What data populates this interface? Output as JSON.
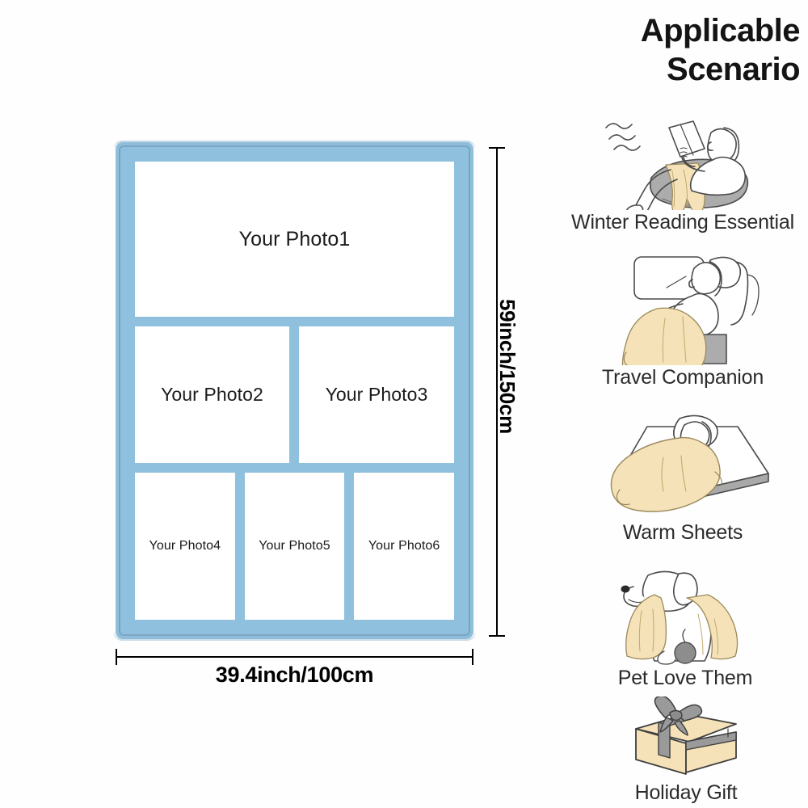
{
  "background_color": "#fefefe",
  "blanket": {
    "border_color": "#8fc0dd",
    "panel_color": "#ffffff",
    "photos": [
      {
        "label": "Your Photo1"
      },
      {
        "label": "Your Photo2"
      },
      {
        "label": "Your Photo3"
      },
      {
        "label": "Your Photo4"
      },
      {
        "label": "Your Photo5"
      },
      {
        "label": "Your Photo6"
      }
    ]
  },
  "dimensions": {
    "height_label": "59inch/150cm",
    "width_label": "39.4inch/100cm"
  },
  "scenario_panel": {
    "title": "Applicable Scenario",
    "items": [
      {
        "label": "Winter Reading Essential",
        "icon": "person-reading-on-beanbag-icon"
      },
      {
        "label": "Travel Companion",
        "icon": "person-reclining-in-seat-icon"
      },
      {
        "label": "Warm Sheets",
        "icon": "person-sleeping-in-bed-icon"
      },
      {
        "label": "Pet Love Them",
        "icon": "dog-with-blanket-icon"
      },
      {
        "label": "Holiday Gift",
        "icon": "gift-box-with-bow-icon"
      }
    ]
  },
  "palette": {
    "blanket_blue": "#8fc0dd",
    "blanket_hem": "#6f9cbb",
    "illustration_cream": "#f5e2b8",
    "illustration_gray": "#9a9a9a",
    "line_color": "#4a4a4a"
  }
}
